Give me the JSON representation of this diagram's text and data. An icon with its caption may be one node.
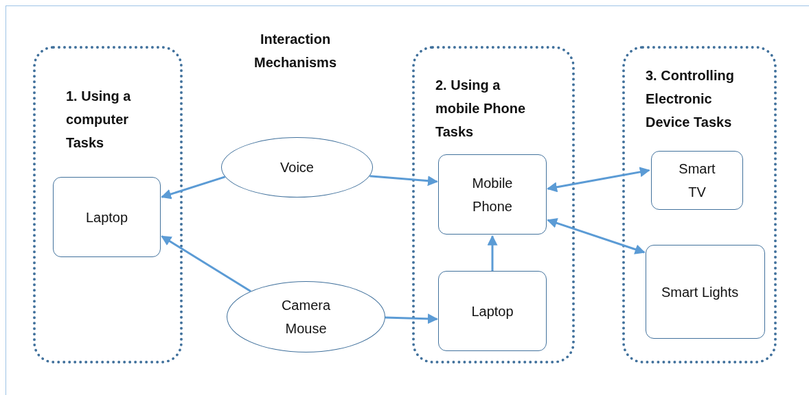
{
  "diagram": {
    "nodes": [
      {
        "text": [
          "1. Using a computer Tasks"
        ]
      },
      {
        "text": [
          "Laptop"
        ],
        "in": 0
      },
      {
        "text": [
          "2. Using a mobile Phone Tasks"
        ]
      },
      {
        "text": [
          "Mobile Phone"
        ],
        "in": 2
      },
      {
        "text": [
          "Laptop"
        ],
        "in": 2
      },
      {
        "text": [
          "3. Controlling Electronic Device Tasks"
        ]
      },
      {
        "text": [
          "Smart TV"
        ],
        "in": 5
      },
      {
        "text": [
          "Smart Lights"
        ],
        "in": 5
      },
      {
        "text": [
          "Voice"
        ]
      },
      {
        "text": [
          "Camera Mouse"
        ]
      }
    ],
    "edges": [
      {
        "from": 8,
        "to": 1,
        "arrow": "to"
      },
      {
        "from": 8,
        "to": 3,
        "arrow": "to"
      },
      {
        "from": 9,
        "to": 1,
        "arrow": "to"
      },
      {
        "from": 9,
        "to": 4,
        "arrow": "to"
      },
      {
        "from": 4,
        "to": 3,
        "arrow": "to"
      },
      {
        "from": 3,
        "to": 6,
        "arrow": "both"
      },
      {
        "from": 3,
        "to": 7,
        "arrow": "both"
      }
    ],
    "labels": [
      "Interaction Mechanisms"
    ]
  }
}
